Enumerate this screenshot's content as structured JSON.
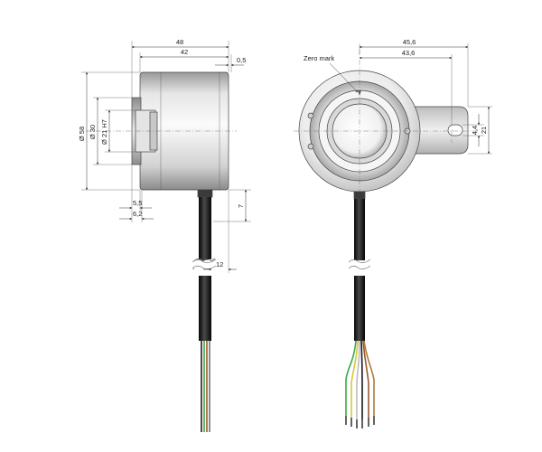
{
  "side_view": {
    "dim_overall_length": "48",
    "dim_housing_length": "42",
    "dim_flange_offset": "0,5",
    "dim_outer_diameter": "Ø 58",
    "dim_bore_diameter": "Ø 30",
    "dim_shaft_diameter": "Ø 21 H7",
    "dim_flange_width": "5,5",
    "dim_flange_total": "6,2",
    "dim_cable_exit": "7",
    "dim_cable_diameter": "12"
  },
  "front_view": {
    "zero_mark_label": "Zero mark",
    "dim_arm_outer": "45,6",
    "dim_arm_inner": "43,6",
    "dim_slot_width": "4,4",
    "dim_slot_height": "21"
  },
  "colors": {
    "housing_light": "#f2f2f2",
    "housing_mid": "#cfcfcf",
    "housing_dark": "#8e8e8e",
    "cable": "#1a1a1a",
    "wire_green": "#3aa84a",
    "wire_brown": "#9a5a2a",
    "wire_yellow": "#d8c83a",
    "wire_white": "#e8e8e8",
    "wire_grey": "#9a9a9a"
  }
}
